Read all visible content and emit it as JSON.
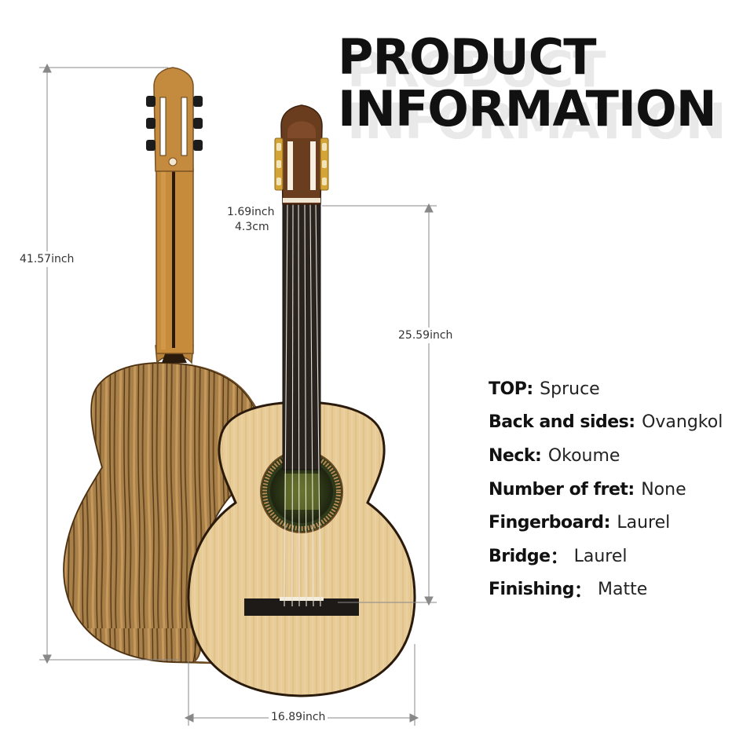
{
  "title": {
    "line1": "PRODUCT",
    "line2": "INFORMATION"
  },
  "dimensions": {
    "total_length": "41.57inch",
    "nut_width_inch": "1.69inch",
    "nut_width_cm": "4.3cm",
    "scale_length": "25.59inch",
    "body_width": "16.89inch"
  },
  "specs": [
    {
      "key": "TOP",
      "sep": ":",
      "value": "Spruce"
    },
    {
      "key": "Back and sides",
      "sep": ":",
      "value": "Ovangkol"
    },
    {
      "key": "Neck",
      "sep": ":",
      "value": "Okoume"
    },
    {
      "key": "Number of fret",
      "sep": ":",
      "value": "None"
    },
    {
      "key": "Fingerboard",
      "sep": ":",
      "value": "Laurel"
    },
    {
      "key": "Bridge",
      "sep": "：",
      "value": "Laurel"
    },
    {
      "key": "Finishing",
      "sep": "：",
      "value": "Matte"
    }
  ],
  "colors": {
    "title": "#111111",
    "title_shadow": "#e9e9e9",
    "spruce_top": "#e6c893",
    "ovangkol_back": "#a27b47",
    "fingerboard": "#2a2420",
    "dimension_line": "#888888"
  },
  "images": [
    {
      "name": "guitar-back-view",
      "icon": "guitar-back"
    },
    {
      "name": "guitar-front-view",
      "icon": "guitar-front"
    }
  ]
}
